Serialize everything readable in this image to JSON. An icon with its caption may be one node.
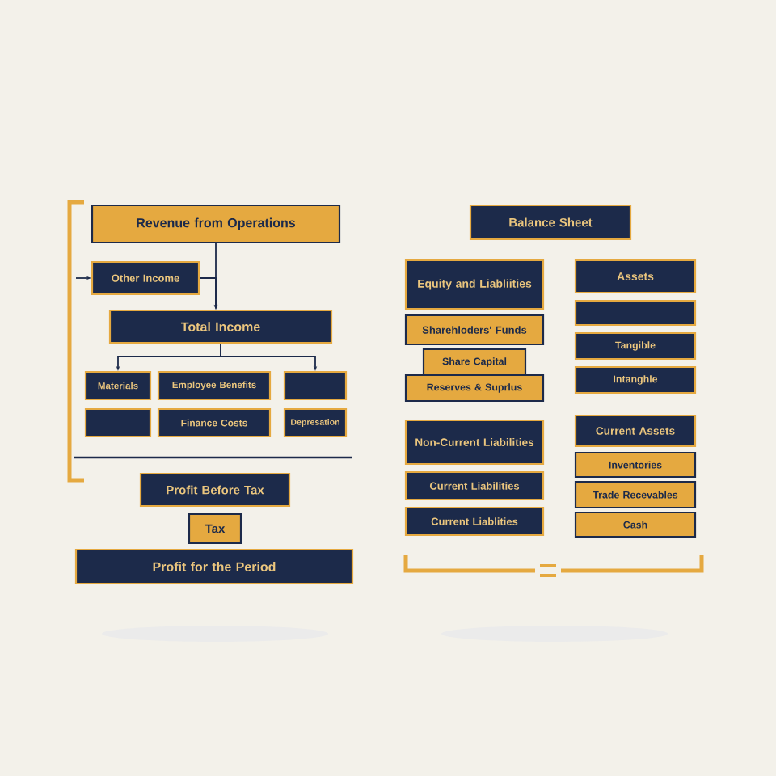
{
  "diagram": {
    "nodes": [
      {
        "text": [
          "Revenue from Operations"
        ]
      },
      {
        "text": [
          "Other Income"
        ]
      },
      {
        "text": [
          "Total Income"
        ]
      },
      {
        "text": [
          "Materials"
        ]
      },
      {
        "text": [
          "Employee Benefits"
        ]
      },
      {
        "text": [],
        "shape": "box"
      },
      {
        "text": [],
        "shape": "box"
      },
      {
        "text": [
          "Finance Costs"
        ]
      },
      {
        "text": [
          "Depresation"
        ]
      },
      {
        "text": [
          "Profit Before Tax"
        ]
      },
      {
        "text": [
          "Tax"
        ]
      },
      {
        "text": [
          "Profit for the Period"
        ]
      },
      {
        "text": [
          "Balance Sheet"
        ]
      },
      {
        "text": [
          "Equity and Liabliities"
        ]
      },
      {
        "text": [
          "Assets"
        ]
      },
      {
        "text": [],
        "shape": "box"
      },
      {
        "text": [
          "Tangible"
        ]
      },
      {
        "text": [
          "Intanghle"
        ]
      },
      {
        "text": [
          "Sharehloders' Funds"
        ]
      },
      {
        "text": [
          "Share Capital"
        ]
      },
      {
        "text": [
          "Reserves & Suprlus"
        ]
      },
      {
        "text": [
          "Non-Current Liabilities"
        ]
      },
      {
        "text": [
          "Current Liabilities"
        ]
      },
      {
        "text": [
          "Current Liablities"
        ]
      },
      {
        "text": [
          "Current Assets"
        ]
      },
      {
        "text": [
          "Inventories"
        ]
      },
      {
        "text": [
          "Trade Recevables"
        ]
      },
      {
        "text": [
          "Cash"
        ]
      }
    ],
    "edges": [
      {
        "from": 0,
        "to": 2,
        "arrow": "to"
      },
      {
        "from": 1,
        "to": 2,
        "arrow": "to"
      },
      {
        "from": null,
        "to": 1,
        "arrow": "to"
      },
      {
        "from": 2,
        "to": 3,
        "arrow": "to"
      },
      {
        "from": 2,
        "to": 5,
        "arrow": "to"
      }
    ]
  }
}
